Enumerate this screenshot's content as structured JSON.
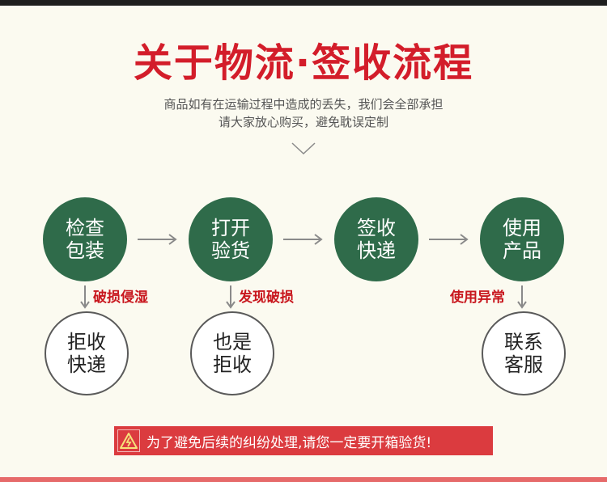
{
  "header": {
    "title": "关于物流·签收流程",
    "subtitle_line1": "商品如有在运输过程中造成的丢失，我们会全部承担",
    "subtitle_line2": "请大家放心购买，避免耽误定制"
  },
  "flow": [
    {
      "line1": "检查",
      "line2": "包装",
      "note": "破损侵湿",
      "result1": "拒收",
      "result2": "快递"
    },
    {
      "line1": "打开",
      "line2": "验货",
      "note": "发现破损",
      "result1": "也是",
      "result2": "拒收"
    },
    {
      "line1": "签收",
      "line2": "快递"
    },
    {
      "line1": "使用",
      "line2": "产品",
      "note": "使用异常",
      "result1": "联系",
      "result2": "客服"
    }
  ],
  "notice": {
    "text": "为了避免后续的纠纷处理,请您一定要开箱验货!",
    "icon": "warning-icon"
  },
  "colors": {
    "title_red": "#d31d2a",
    "circle_green": "#2f6b4a",
    "notice_red": "#db3b3f",
    "background": "#fbfaf0"
  }
}
